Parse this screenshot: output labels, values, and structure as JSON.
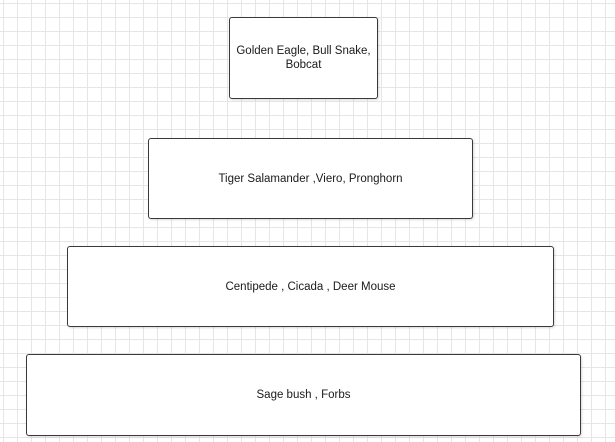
{
  "pyramid": {
    "levels": [
      {
        "label": "Golden Eagle, Bull Snake, Bobcat"
      },
      {
        "label": "Tiger Salamander ,Viero, Pronghorn"
      },
      {
        "label": "Centipede , Cicada , Deer Mouse"
      },
      {
        "label": "Sage bush , Forbs"
      }
    ]
  }
}
